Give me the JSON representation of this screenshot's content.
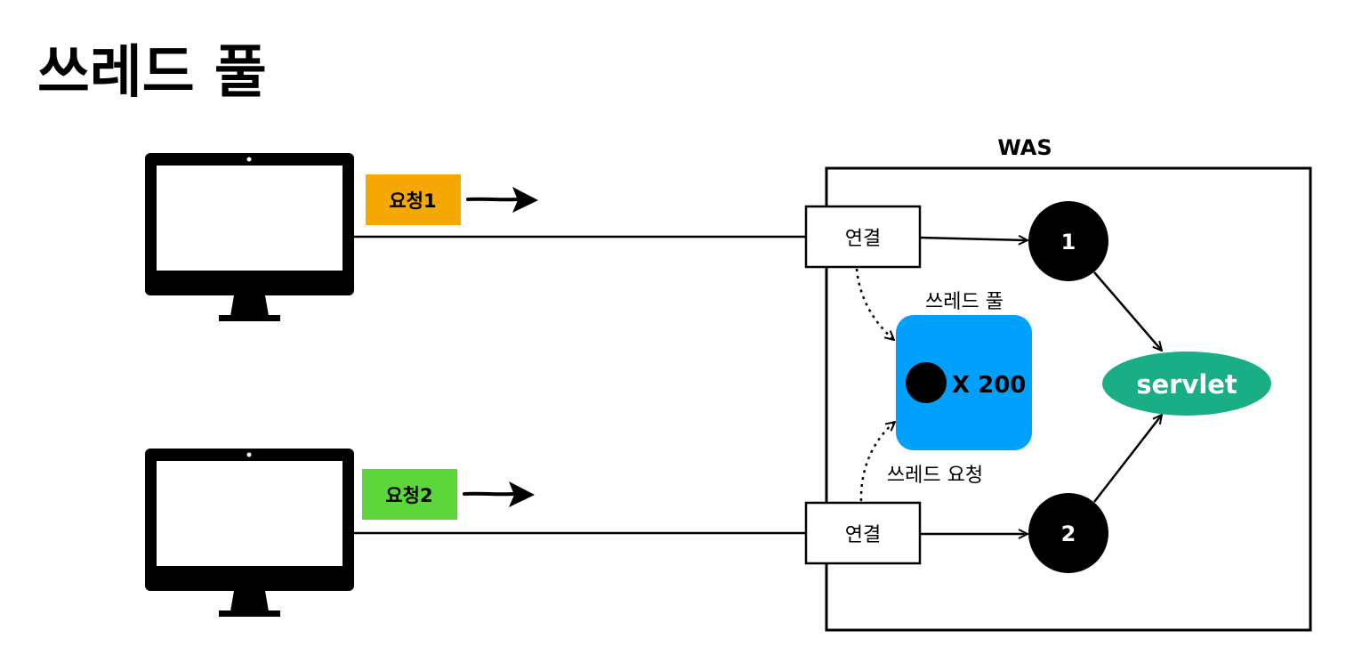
{
  "title": "쓰레드 풀",
  "was": {
    "label": "WAS"
  },
  "clients": [
    {
      "request_label": "요청1",
      "request_color": "#F5A802"
    },
    {
      "request_label": "요청2",
      "request_color": "#5CD63A"
    }
  ],
  "connections": [
    {
      "label": "연결"
    },
    {
      "label": "연결"
    }
  ],
  "threads": [
    {
      "label": "1"
    },
    {
      "label": "2"
    }
  ],
  "thread_pool": {
    "label": "쓰레드 풀",
    "count_label": "X 200",
    "color": "#00A0FF"
  },
  "thread_request": {
    "label": "쓰레드 요청"
  },
  "servlet": {
    "label": "servlet",
    "color": "#1AAE86"
  },
  "colors": {
    "ink": "#000000",
    "background": "#FFFFFF"
  },
  "icons": [
    "computer-monitor-icon",
    "arrow-right-icon"
  ]
}
